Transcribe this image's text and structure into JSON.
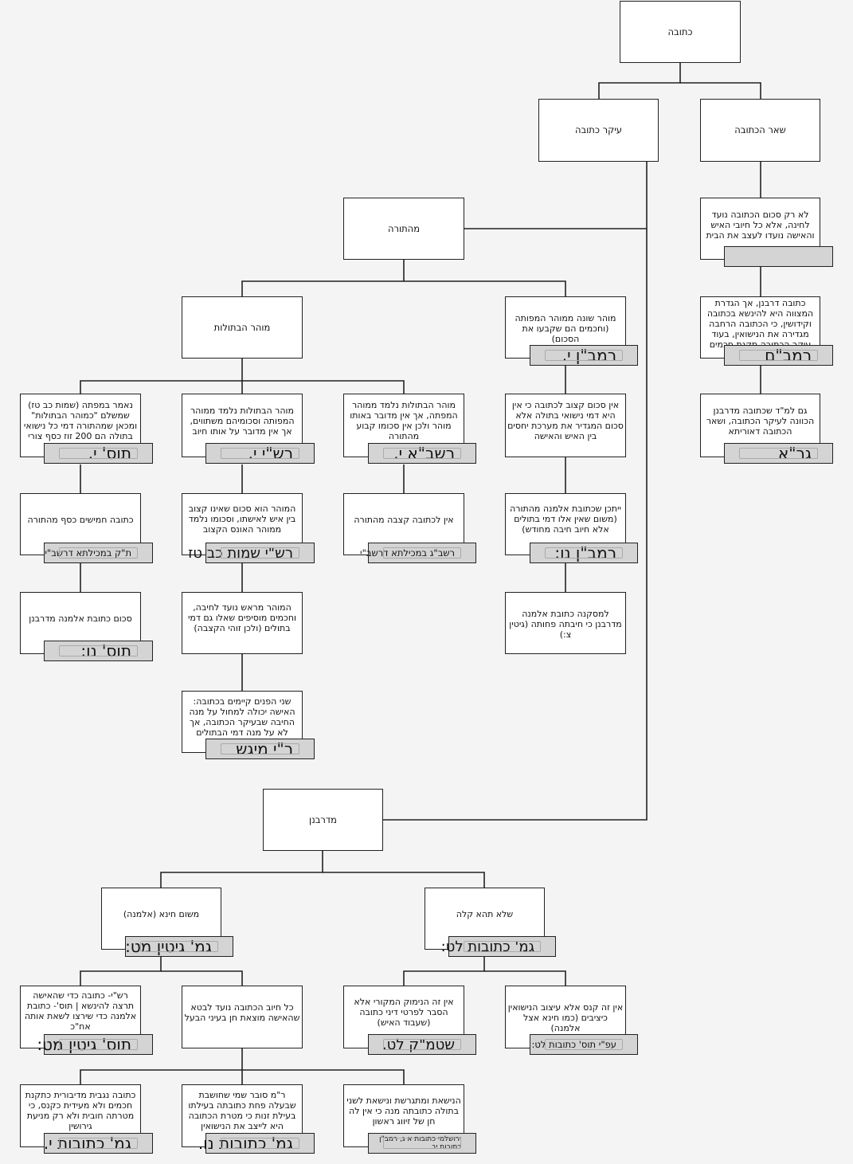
{
  "nodes": {
    "ketubah": {
      "text": "כתובה"
    },
    "ikar": {
      "text": "עיקר כתובה"
    },
    "shear": {
      "text": "שאר הכתובה"
    },
    "mehatorah": {
      "text": "מהתורה"
    },
    "mohar_betulot": {
      "text": "מוהר הבתולות"
    },
    "mohar_shone": {
      "text": "מוהר שונה ממוהר המפותה (וחכמים הם שקבעו את הסכום)",
      "source": "רמב\"ן י."
    },
    "tos_yud": {
      "text": "נאמר במפתה (שמות כב טז) שמשלם \"כמוהר הבתולות\" ומכאן שמהתורה דמי כל נישואי בתולה הם 200 זוז כסף צורי",
      "source": "תוס' י."
    },
    "rashi_yud": {
      "text": "מוהר הבתולות נלמד ממוהר המפותה וסכומיהם משתווים, אך אין מדובר על אותו חיוב",
      "source": "רש\"י י."
    },
    "rashba_yud": {
      "text": "מוהר הבתולות נלמד ממוהר המפתה, אך אין מדובר באותו מוהר ולכן אין סכומו קבוע מהתורה",
      "source": "רשב\"א י."
    },
    "ein_sechum": {
      "text": "אין סכום קצוב לכתובה כי אין היא דמי נישואי בתולה אלא סכום המגדיר את מערכת יחסים בין האיש והאישה"
    },
    "ketubah_50": {
      "text": "כתובה חמישים כסף מהתורה",
      "source": "ת\"ק במכילתא דרשב\"י"
    },
    "mohar_sechum": {
      "text": "המוהר הוא סכום שאינו קצוב בין איש לאישתו, וסכומו נלמד ממוהר האונס הקצוב",
      "source": "רש\"י שמות כב טז"
    },
    "ein_ketzuva": {
      "text": "אין לכתובה קצבה מהתורה",
      "source": "רשב\"ג במכילתא דרשב\"י"
    },
    "almana_torah": {
      "text": "ייתכן שכתובת אלמנה מהתורה (משום שאין אלו דמי בתולים אלא חיוב חיבה מחודש)",
      "source": "רמב\"ן נו:"
    },
    "sechum_almana": {
      "text": "סכום כתובת אלמנה מדרבנן",
      "source": "תוס' נו:"
    },
    "mohar_merosh": {
      "text": "המוהר מראש נועד לחיבה, וחכמים מוסיפים שאלו גם דמי בתולים (ולכן זוהי הקצבה)"
    },
    "lemaskana": {
      "text": "למסקנה כתובת אלמנה מדרבנן כי חיבתה פחותה (גיטין צ:)"
    },
    "shnei_panim": {
      "text": "שני הפנים קיימים בכתובה: האישה יכולה למחול על מנה החיבה שבעיקר הכתובה, אך לא על מנה דמי הבתולים",
      "source": "ר\"י מיגש"
    },
    "lo_rak": {
      "text": "לא רק סכום הכתובה נועד לחינה, אלא כל חיובי האיש והאישה נועדו לעצב את הבית",
      "source": ""
    },
    "ketubah_derabanan": {
      "text": "כתובה דרבנן, אך הגדרת המצווה היא להינשא בכתובה וקידושין, כי הכתובה הרחבה מגדירה את הנישואין, בעוד עיקר הכתובה תקנת חכמים",
      "source": "רמב\"ם"
    },
    "gam_lemad": {
      "text": "גם למ\"ד שכתובה מדרבנן הכוונה לעיקר הכתובה, ושאר הכתובה דאוריתא",
      "source": "גר\"א"
    },
    "miderabanan": {
      "text": "מדרבנן"
    },
    "mishum_china": {
      "text": "משום חינא (אלמנה)",
      "source": "גמ' גיטין מט:"
    },
    "shelo_tehe": {
      "text": "שלא תהא קלה",
      "source": "גמ' כתובות לט:"
    },
    "rashi_tos_gitin": {
      "text": "רש\"י- כתובה כדי שהאישה תרצה להינשא | תוס'- כתובת אלמנה כדי שירצו לשאת אותה אח\"כ",
      "source": "תוס' גיטין מט:"
    },
    "kol_chiyuv": {
      "text": "כל חיוב הכתובה נועד לבטא שהאישה מוצאת חן בעיני הבעל"
    },
    "ein_nimuk": {
      "text": "אין זה הנימוק המקורי אלא הסבר לפרטי דיני כתובה (שעבוד האיש)",
      "source": "שטמ\"ק לט."
    },
    "ein_knas": {
      "text": "אין זה קנס אלא עיצוב הנישואין כיציבים (כמו חינא אצל אלמנה)",
      "source": "עפ\"י תוס' כתובות לט:"
    },
    "ketubah_nigvet": {
      "text": "כתובה נגבית מדיבורית כתקנת חכמים ולא מעידית כקנס, כי מטרתה חובית ולא רק מניעת גירושין",
      "source": "גמ' כתובות י."
    },
    "rm_sover": {
      "text": "ר\"מ סובר שמי שחושבת שבעלה פחת כתובתה בעילתו בעילת זנות כי מטרת הכתובה היא לייצב את הנישואין",
      "source": "גמ' כתובות נו."
    },
    "hanisat": {
      "text": "הנישאת ומתגרשת ונישאת לשני בתולה כתובתה מנה כי אין לה חן של זיווג ראשון",
      "source": "ירושלמי כתובות א ג, רמב\"ן כתובות יב."
    }
  }
}
